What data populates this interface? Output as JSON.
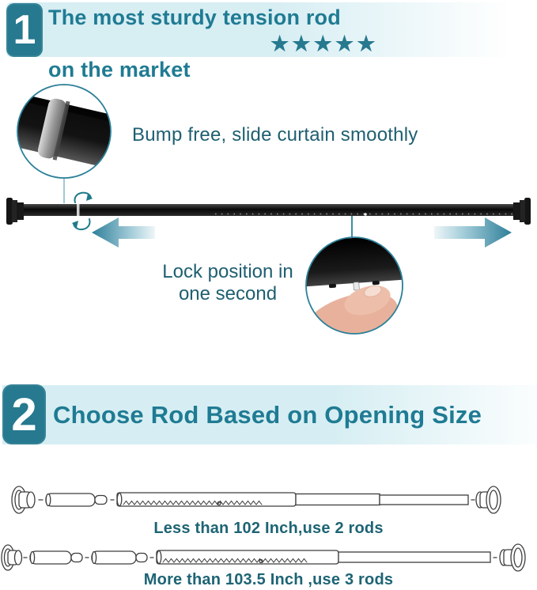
{
  "section1": {
    "badge": "1",
    "title_line1": "The most sturdy tension rod",
    "title_line2": "on the market",
    "stars": "★★★★★",
    "callout_smooth": "Bump free, slide curtain smoothly",
    "callout_lock_line1": "Lock position in",
    "callout_lock_line2": "one second"
  },
  "section2": {
    "badge": "2",
    "title": "Choose Rod Based on Opening Size",
    "caption_two_rods": "Less than 102 Inch,use 2 rods",
    "caption_three_rods": "More than 103.5 Inch ,use 3 rods"
  },
  "icons": {
    "star": "★",
    "rotation_arrow": "curved double arrow around rod",
    "expand_arrows": "left and right gradient arrows"
  },
  "colors": {
    "accent_teal": "#26798f",
    "title_teal": "#1f7b93",
    "callout_teal": "#1e5f70",
    "caption_teal": "#1d6474",
    "banner_bg": "#d7eef3",
    "circle_stroke": "#2b8098",
    "rod_black": "#141414",
    "line_art": "#3d3d3d",
    "skin": "#e8b19c"
  }
}
